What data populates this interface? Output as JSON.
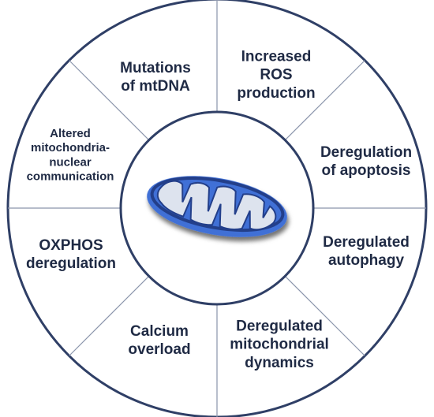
{
  "colors": {
    "ring_outline": "#2f3f66",
    "divider": "#8a94ab",
    "text": "#1f2a44",
    "mito_body": "#3f6fd6",
    "mito_dark": "#233f8a",
    "mito_inner": "#dde3ee"
  },
  "center": {
    "icon": "mitochondrion-icon"
  },
  "segments": [
    {
      "lines": [
        "Increased",
        "ROS",
        "production"
      ]
    },
    {
      "lines": [
        "Deregulation",
        "of  apoptosis"
      ]
    },
    {
      "lines": [
        "Deregulated",
        "autophagy"
      ]
    },
    {
      "lines": [
        "Deregulated",
        "mitochondrial",
        "dynamics"
      ]
    },
    {
      "lines": [
        "Calcium",
        "overload"
      ]
    },
    {
      "lines": [
        "OXPHOS",
        "deregulation"
      ]
    },
    {
      "lines": [
        "Altered",
        "mitochondria-",
        "nuclear",
        "communication"
      ]
    },
    {
      "lines": [
        "Mutations",
        "of mtDNA"
      ]
    }
  ]
}
